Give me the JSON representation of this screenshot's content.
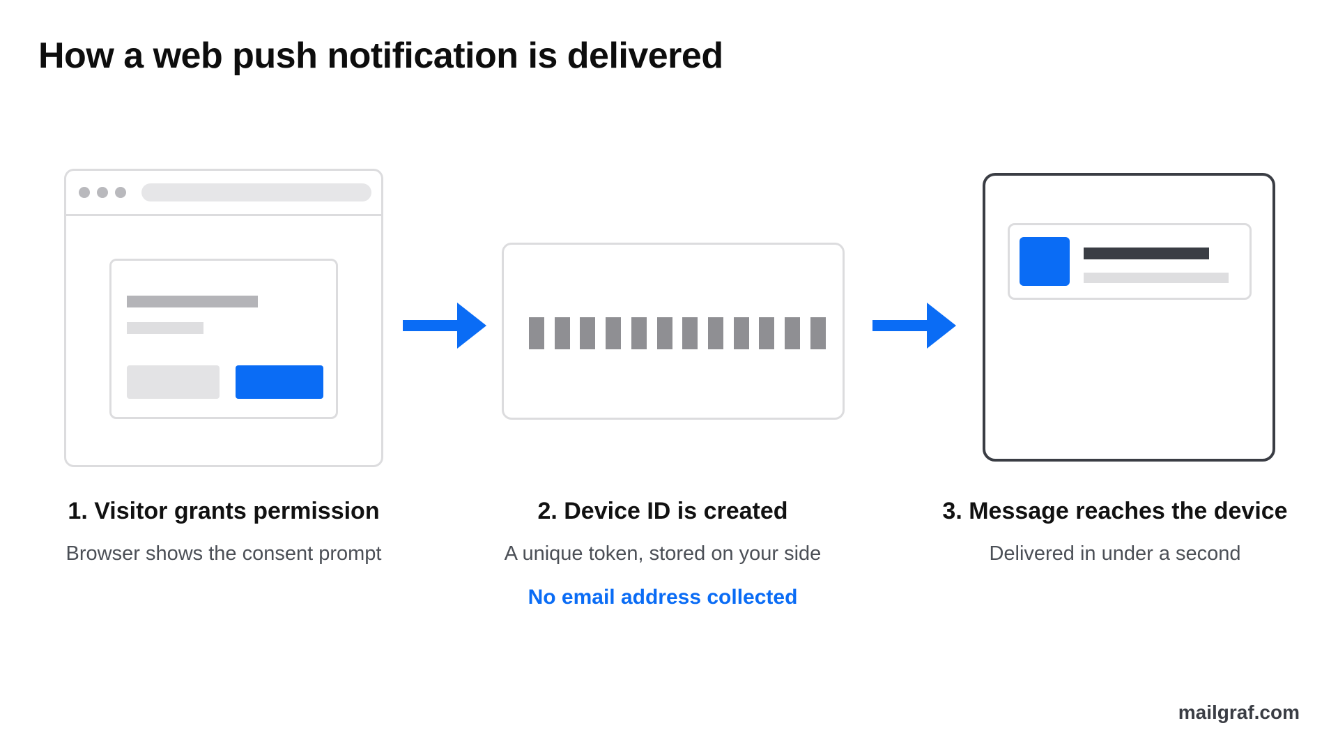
{
  "title": "How a web push notification is delivered",
  "steps": [
    {
      "title": "1. Visitor grants permission",
      "description": "Browser shows the consent prompt"
    },
    {
      "title": "2. Device ID is created",
      "description": "A unique token, stored on your side",
      "highlight": "No email address collected"
    },
    {
      "title": "3. Message reaches the device",
      "description": "Delivered in under a second"
    }
  ],
  "footer": {
    "brand": "mailgraf.com"
  },
  "colors": {
    "accent": "#0a6cf5",
    "dark": "#3a3d44",
    "muted": "#b4b4b8",
    "border": "#dcdcde"
  },
  "icons": [
    "browser-window-icon",
    "arrow-right-icon",
    "token-icon",
    "device-icon",
    "notification-icon"
  ]
}
